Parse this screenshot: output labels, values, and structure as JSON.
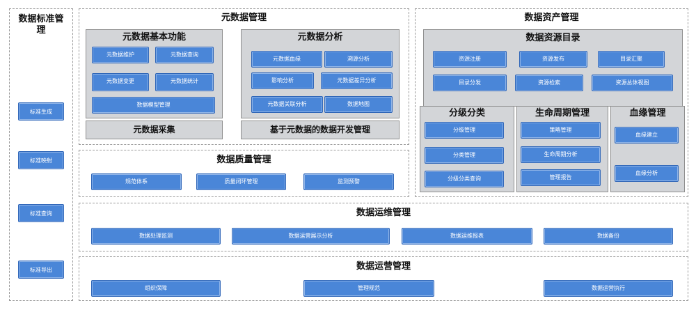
{
  "standard": {
    "title": "数据标准管理",
    "items": [
      "标准生成",
      "标准映射",
      "标准查询",
      "标准导出"
    ]
  },
  "metadata": {
    "title": "元数据管理",
    "basic": {
      "title": "元数据基本功能",
      "items": [
        "元数据维护",
        "元数据查询",
        "元数据变更",
        "元数据统计",
        "数据模型管理"
      ]
    },
    "analysis": {
      "title": "元数据分析",
      "items": [
        "元数据血缘",
        "溯源分析",
        "影响分析",
        "元数据差异分析",
        "元数据关联分析",
        "数据地图"
      ]
    },
    "collect": "元数据采集",
    "devmgmt": "基于元数据的数据开发管理"
  },
  "quality": {
    "title": "数据质量管理",
    "items": [
      "规范体系",
      "质量闭环管理",
      "监测预警"
    ]
  },
  "asset": {
    "title": "数据资产管理",
    "catalog": {
      "title": "数据资源目录",
      "items": [
        "资源注册",
        "资源发布",
        "目录汇聚",
        "目录分发",
        "资源检索",
        "资源总体视图"
      ]
    },
    "classify": {
      "title": "分级分类",
      "items": [
        "分级管理",
        "分类管理",
        "分级分类查询"
      ]
    },
    "lifecycle": {
      "title": "生命周期管理",
      "items": [
        "策略管理",
        "生命周期分析",
        "管理报告"
      ]
    },
    "lineage": {
      "title": "血缘管理",
      "items": [
        "血缘建立",
        "血缘分析"
      ]
    }
  },
  "ops": {
    "title": "数据运维管理",
    "items": [
      "数据处理监测",
      "数据运营展示分析",
      "数据运维报表",
      "数据备份"
    ]
  },
  "operation": {
    "title": "数据运营管理",
    "items": [
      "组织保障",
      "管理规范",
      "数据运营执行"
    ]
  }
}
